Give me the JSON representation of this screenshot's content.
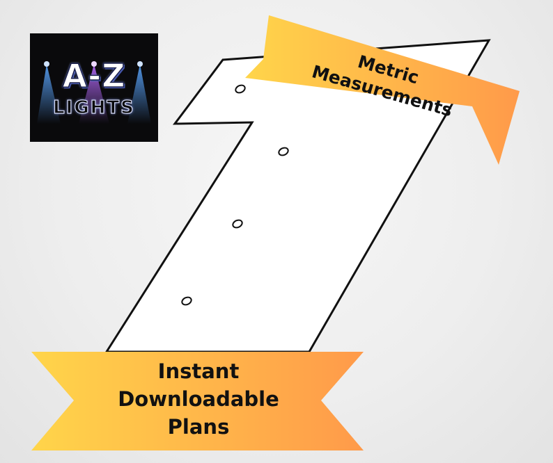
{
  "logo": {
    "title": "A-Z",
    "subtitle": "LIGHTS"
  },
  "top_banner": {
    "lines": [
      "Metric",
      "Measurements"
    ]
  },
  "bottom_banner": {
    "lines": [
      "Instant",
      "Downloadable",
      "Plans"
    ]
  },
  "colors": {
    "background": "#eeeeee",
    "outline": "#111111",
    "banner_start": "#ffd54a",
    "banner_end": "#ff9a4a",
    "logo_background": "#0a0a0c",
    "spotlight": "#5aa6ff"
  },
  "icons": [
    "digit-one-outline",
    "spotlight-icon"
  ]
}
